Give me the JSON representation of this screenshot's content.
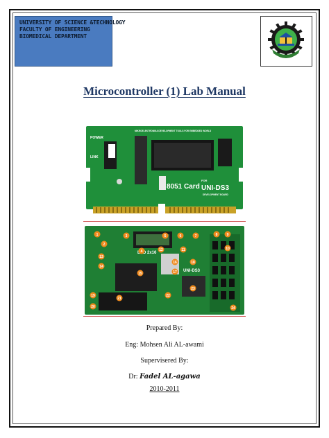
{
  "header": {
    "university_lines": [
      "UNIVERSITY OF SCIENCE &TECHNOLOGY",
      "FACULTY OF ENGINEERING",
      "BIOMEDICAL DEPARTMENT"
    ]
  },
  "title": "Microcontroller (1) Lab Manual",
  "board_card": {
    "labels": {
      "power": "POWER",
      "usb_link": "LINK",
      "card_name": "8051 Card",
      "brand_top": "MIKROELEKTRONIKA DEVELOPMENT TOOLS FOR EMBEDDED WORLD",
      "uni": "UNI-DS3",
      "for": "FOR",
      "dev": "DEVELOPMENT BOARD"
    }
  },
  "board_dev": {
    "lcd_label": "LCD 2x16",
    "uni": "UNI-DS3",
    "markers": [
      "1",
      "2",
      "3",
      "4",
      "5",
      "6",
      "7",
      "8",
      "9",
      "10",
      "11",
      "12",
      "13",
      "14",
      "15",
      "16",
      "17",
      "18",
      "19",
      "20",
      "21",
      "22",
      "23",
      "24"
    ]
  },
  "credits": {
    "prepared_label": "Prepared By:",
    "engineer": "Eng: Mohsen Ali AL-awami",
    "supervised_label": "Supervisered By:",
    "doctor_prefix": "Dr:",
    "doctor_name": "Fadel AL-agawa",
    "years": "2010-2011"
  },
  "colors": {
    "header_box": "#4a7bc0",
    "title": "#1f3864",
    "pcb_green": "#1f8f3a",
    "marker_orange": "#f08a1c",
    "separator": "#d35a5a"
  }
}
